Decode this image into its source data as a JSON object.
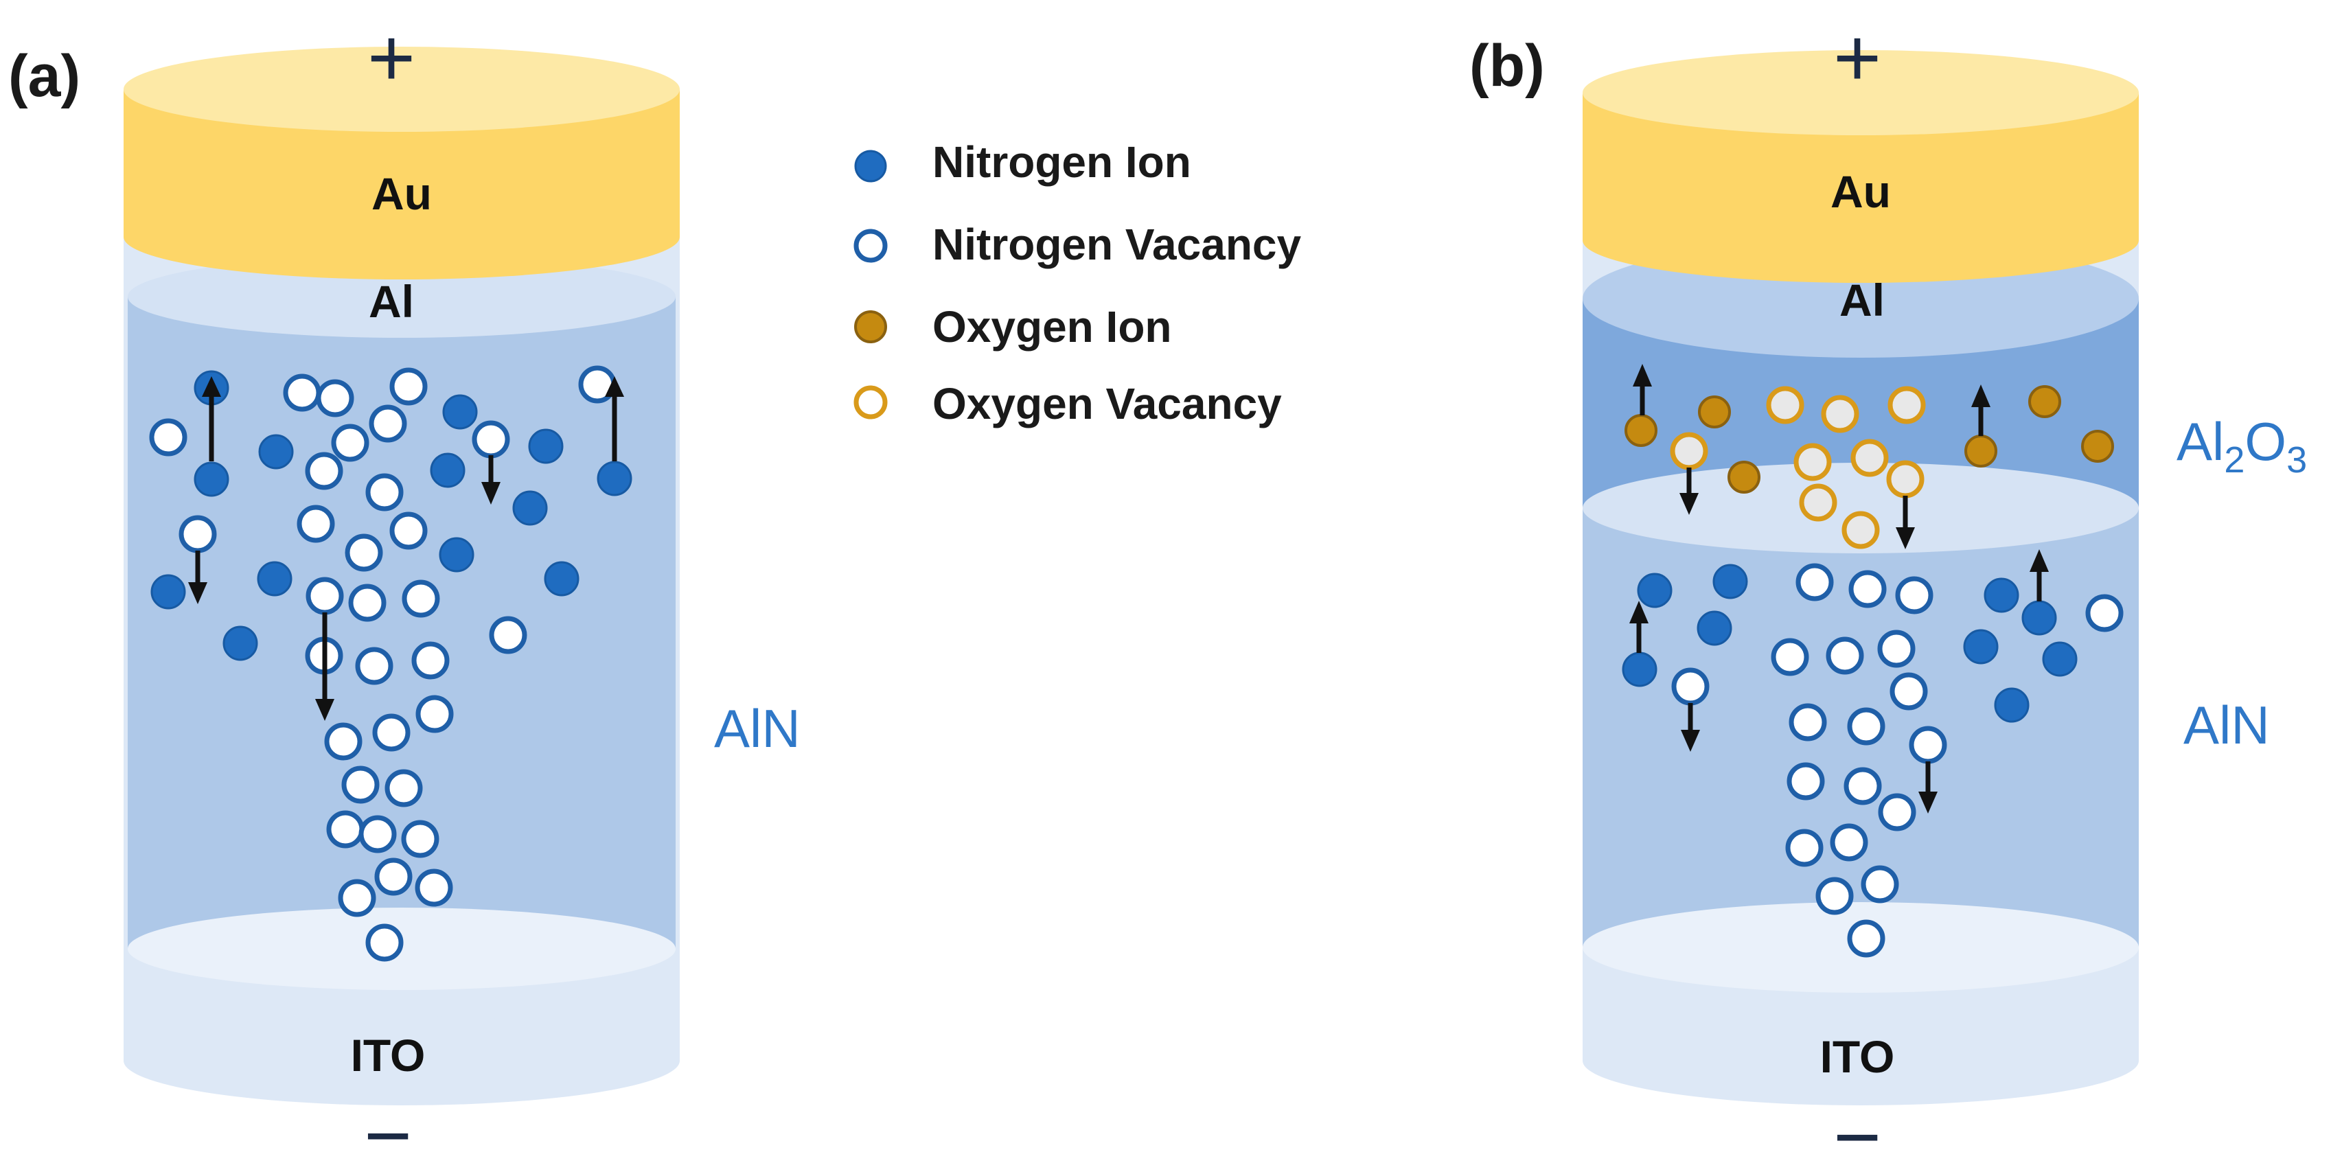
{
  "panels": [
    {
      "letter": "(a)",
      "terminals": {
        "top": "+",
        "bottom": "−"
      },
      "layers": {
        "top_electrode": "Au",
        "cap": "Al",
        "bottom_electrode": "ITO"
      },
      "side_labels": {
        "film": "AlN"
      }
    },
    {
      "letter": "(b)",
      "terminals": {
        "top": "+",
        "bottom": "−"
      },
      "layers": {
        "top_electrode": "Au",
        "cap": "Al",
        "bottom_electrode": "ITO"
      },
      "side_labels": {
        "interlayer_base": "Al",
        "interlayer_sub1": "2",
        "interlayer_mid": "O",
        "interlayer_sub2": "3",
        "film": "AlN"
      }
    }
  ],
  "legend": [
    {
      "label": "Nitrogen Ion",
      "marker": "filled-circle",
      "color": "#1f6cc0"
    },
    {
      "label": "Nitrogen Vacancy",
      "marker": "hollow-circle",
      "color": "#1f5fa8"
    },
    {
      "label": "Oxygen Ion",
      "marker": "filled-circle",
      "color": "#c58a10"
    },
    {
      "label": "Oxygen Vacancy",
      "marker": "hollow-circle",
      "color": "#d99a1a"
    }
  ],
  "colors": {
    "gold_top": "#fde9a6",
    "gold_body": "#fdd668",
    "cylinder_light": "#dce7f5",
    "aln_body": "#aec8e8",
    "al2o3_body": "#7ea8dc",
    "ellipse_light": "#e9f0fa",
    "nitrogen_ion": "#1f6cc0",
    "oxygen_ion": "#c58a10",
    "text_blue": "#2f78c8"
  }
}
